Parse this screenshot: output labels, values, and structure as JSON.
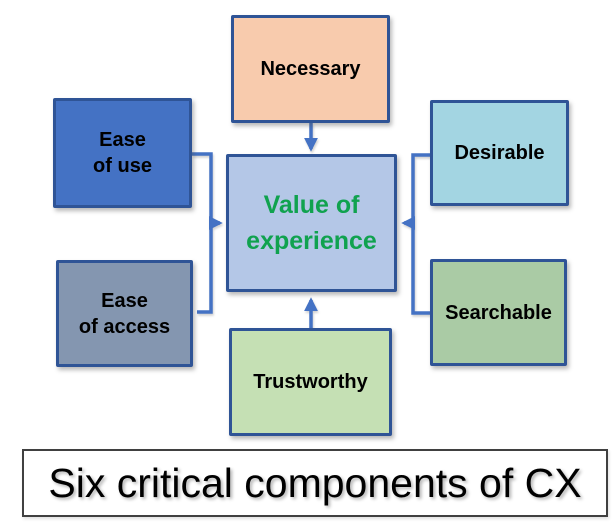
{
  "diagram": {
    "title": "Six critical components of CX",
    "center": {
      "id": "value-of-experience",
      "line1": "Value of",
      "line2": "experience",
      "fill": "#B4C7E7"
    },
    "components": [
      {
        "id": "necessary",
        "label": "Necessary",
        "fill": "#F8CBAD",
        "position": "top"
      },
      {
        "id": "ease-of-use",
        "label": "Ease of use",
        "line1": "Ease",
        "line2": "of use",
        "fill": "#4472C4",
        "position": "left-upper"
      },
      {
        "id": "desirable",
        "label": "Desirable",
        "fill": "#A3D5E2",
        "position": "right-upper"
      },
      {
        "id": "ease-of-access",
        "label": "Ease of access",
        "line1": "Ease",
        "line2": "of access",
        "fill": "#8496B0",
        "position": "left-lower"
      },
      {
        "id": "searchable",
        "label": "Searchable",
        "fill": "#AACBA5",
        "position": "right-lower"
      },
      {
        "id": "trustworthy",
        "label": "Trustworthy",
        "fill": "#C5E0B4",
        "position": "bottom"
      }
    ],
    "colors": {
      "background": "#FFFFFF",
      "box_border": "#2F5496",
      "arrow": "#4472C4",
      "center_text_green": "#10A24F",
      "label_text": "#000000",
      "title_text": "#000000",
      "title_border": "#404040"
    }
  }
}
